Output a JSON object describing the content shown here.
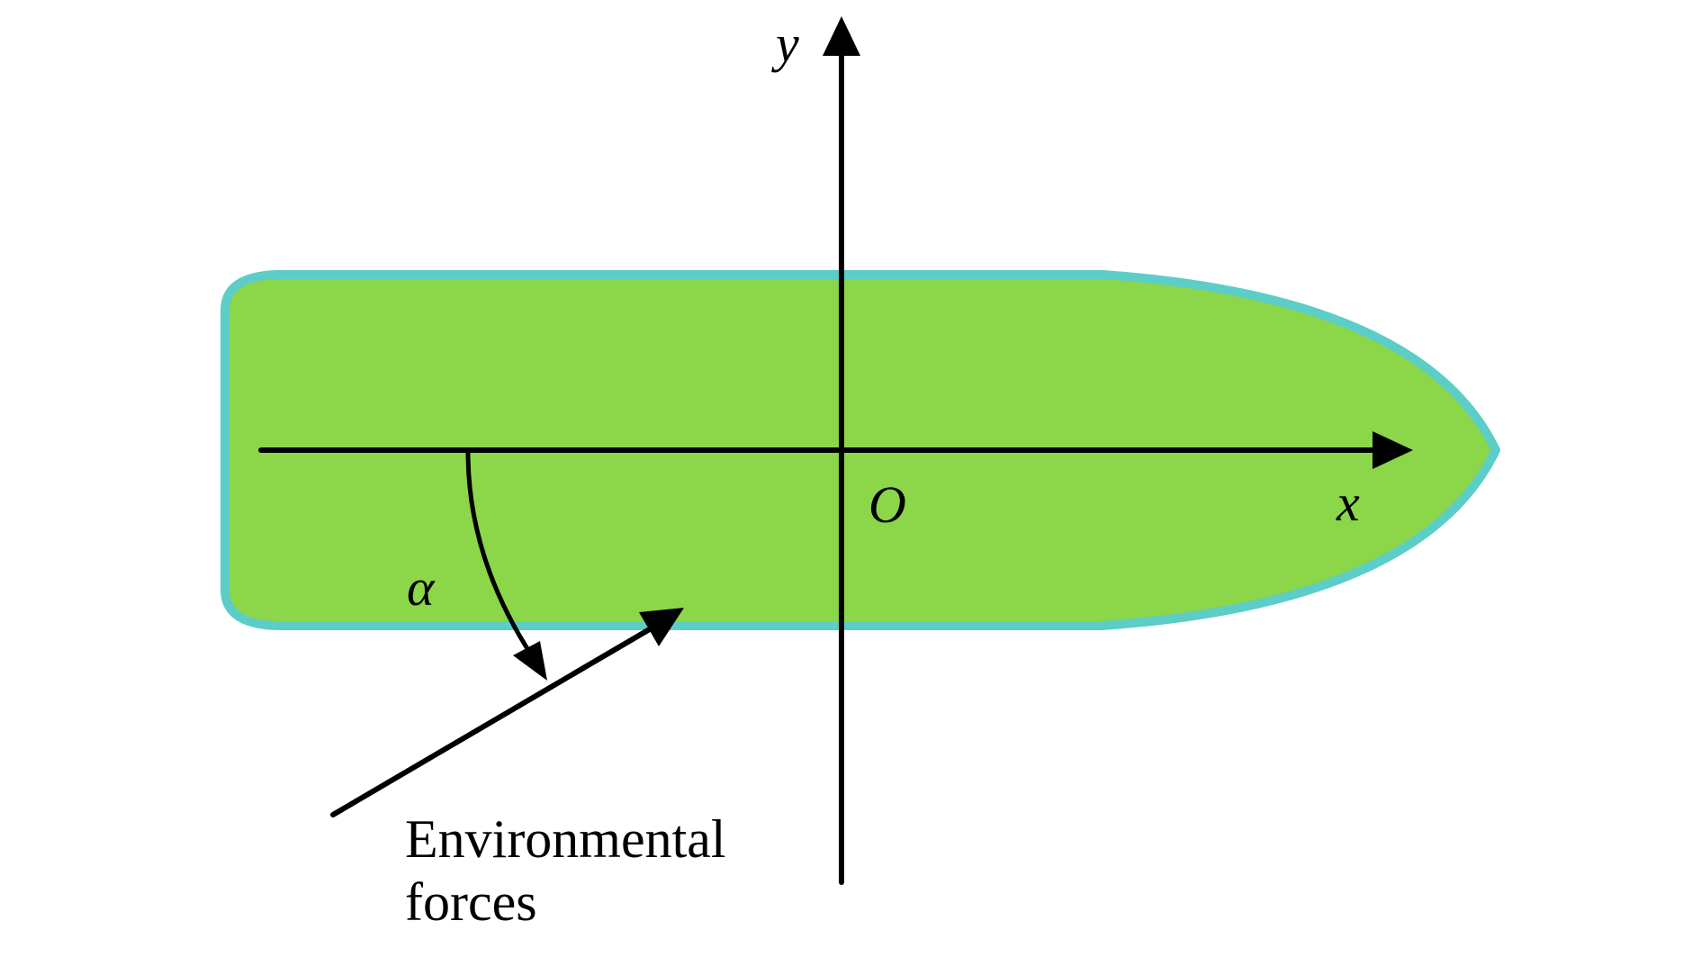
{
  "colors": {
    "hull_fill": "#8cd64a",
    "hull_outline": "#5ccdc7",
    "line": "#000000",
    "background": "#ffffff"
  },
  "labels": {
    "y_axis": "y",
    "x_axis": "x",
    "origin": "O",
    "angle": "α",
    "force_line1": "Environmental",
    "force_line2": "forces"
  }
}
